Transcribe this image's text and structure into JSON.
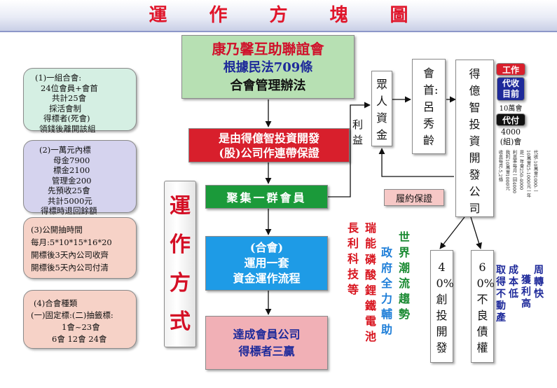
{
  "header": {
    "title": "運作方塊圖"
  },
  "main": {
    "association": {
      "name": "康乃馨互助聯誼會",
      "law": "根據民法709條",
      "rule": "合會管理辦法"
    },
    "guarantee": {
      "line1": "是由得億智投資開發",
      "line2": "(股)公司作連帶保證"
    },
    "gather": "聚集一群會員",
    "operation": {
      "line1": "(合會)",
      "line2": "運用一套",
      "line3": "資金運作流程"
    },
    "result": {
      "line1": "達成會員公司",
      "line2": "得標者三贏"
    },
    "vertical_label": "運作方式"
  },
  "flow": {
    "funds": "眾人資金",
    "interest": "利益",
    "head": "會首:呂秀齡",
    "company": "得億智投資開發公司",
    "performance": "履約保證",
    "invest": "40%創投開發",
    "bad_debt": "60%不良債權"
  },
  "badges": {
    "work": "工作",
    "collect_a": "代收",
    "collect_b": "目前",
    "pay": "代付",
    "amount1": "10萬會",
    "amount2": "4000",
    "amount3": "(組)會"
  },
  "fine_print": [
    "代收:10萬會1000-一",
    "10萬會25-1000元一年",
    "是一年會250-4000",
    "利息率每月一回4000",
    "我利10萬會1000元",
    "收息每月-5,2條"
  ],
  "side_panels": [
    {
      "lines": [
        "(1)一組合會:",
        "24位會員+會首",
        "共計25會",
        "採活會制",
        "得標者(死會)",
        "領錢後離開該組"
      ]
    },
    {
      "lines": [
        "(2)一萬元內標",
        "母金7900",
        "標金2100",
        "管理金200",
        "先預收25會",
        "共計5000元",
        "得標時退回餘額"
      ]
    },
    {
      "lines": [
        "(3)公開抽時間",
        "每月:5*10*15*16*20",
        "開標後3天內公司收齊",
        "開標後5天內公司付清"
      ]
    },
    {
      "lines": [
        "(4)合會種類",
        "(一)固定標:(二)抽籤標:",
        "1會~23會",
        "6會 12會 24會"
      ]
    }
  ],
  "trends": {
    "col_world": "世界潮流趨勢",
    "col_gov": "政府全力輔助",
    "col_battery": "磷酸鋰鐵電池",
    "col_ruineng": "瑞能",
    "col_tech": "長利科技等"
  },
  "profits": {
    "col1": "周轉快",
    "col2": "獲利高",
    "col3": "成本低",
    "col4": "取得不動產"
  }
}
